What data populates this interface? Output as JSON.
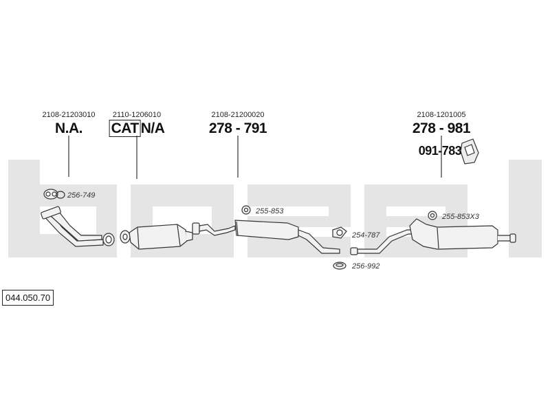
{
  "diagram": {
    "reference_number": "044.050.70",
    "watermark_text": "bosal",
    "parts": [
      {
        "id": "front-pipe",
        "code": "2108-21203010",
        "part_number": "N.A."
      },
      {
        "id": "catalyst",
        "code": "2110-1206010",
        "cat_badge": "CAT",
        "part_number": "N/A"
      },
      {
        "id": "middle-silencer",
        "code": "2108-21200020",
        "part_number": "278 - 791"
      },
      {
        "id": "rear-silencer",
        "code": "2108-1201005",
        "part_number": "278 - 981",
        "extra_part_number": "091-783"
      }
    ],
    "accessories": [
      {
        "id": "gasket-front",
        "label": "256-749",
        "icon": "gasket-icon"
      },
      {
        "id": "ring-mid",
        "label": "255-853",
        "icon": "rubber-ring-icon"
      },
      {
        "id": "clamp",
        "label": "254-787",
        "icon": "clamp-icon"
      },
      {
        "id": "gasket-joint",
        "label": "256-992",
        "icon": "sealing-ring-icon"
      },
      {
        "id": "ring-rear",
        "label": "255-853X3",
        "icon": "rubber-ring-icon"
      }
    ],
    "colors": {
      "line": "#333333",
      "part_fill": "#f2f2f2",
      "watermark": "#e3e3e3"
    }
  }
}
